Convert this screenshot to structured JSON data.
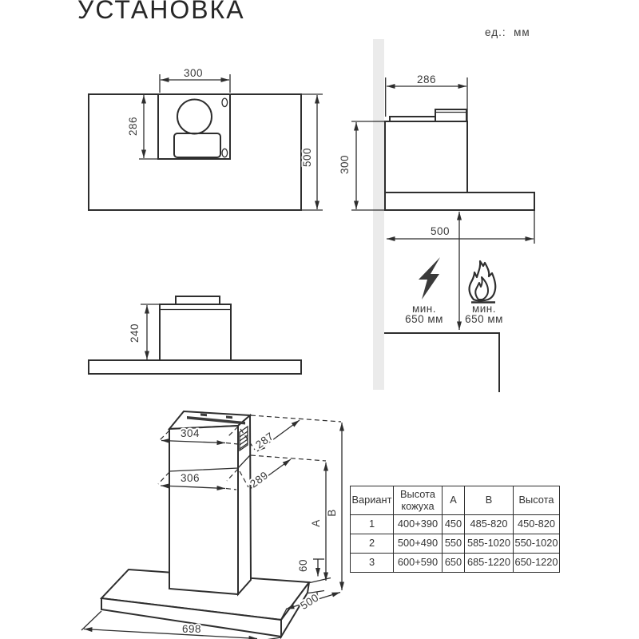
{
  "page": {
    "title": "УСТАНОВКА",
    "units": "ед.:  мм"
  },
  "top_view": {
    "hole_width": "300",
    "hole_depth": "286",
    "body_depth": "500"
  },
  "side_view": {
    "duct_width": "286",
    "duct_height": "300",
    "body_depth": "500"
  },
  "front_view": {
    "duct_height": "240"
  },
  "clearance": {
    "electric_min": "мин.",
    "electric_value": "650 мм",
    "gas_min": "мин.",
    "gas_value": "650 мм"
  },
  "iso_view": {
    "upper_duct_width": "304",
    "upper_duct_depth": "287",
    "lower_duct_width": "306",
    "lower_duct_depth": "289",
    "dim_a": "A",
    "dim_b": "B",
    "body_height": "60",
    "body_width": "698",
    "body_depth": "500"
  },
  "table": {
    "headers": [
      "Вариант",
      "Высота кожуха",
      "A",
      "B",
      "Высота"
    ],
    "rows": [
      [
        "1",
        "400+390",
        "450",
        "485-820",
        "450-820"
      ],
      [
        "2",
        "500+490",
        "550",
        "585-1020",
        "550-1020"
      ],
      [
        "3",
        "600+590",
        "650",
        "685-1220",
        "650-1220"
      ]
    ]
  }
}
